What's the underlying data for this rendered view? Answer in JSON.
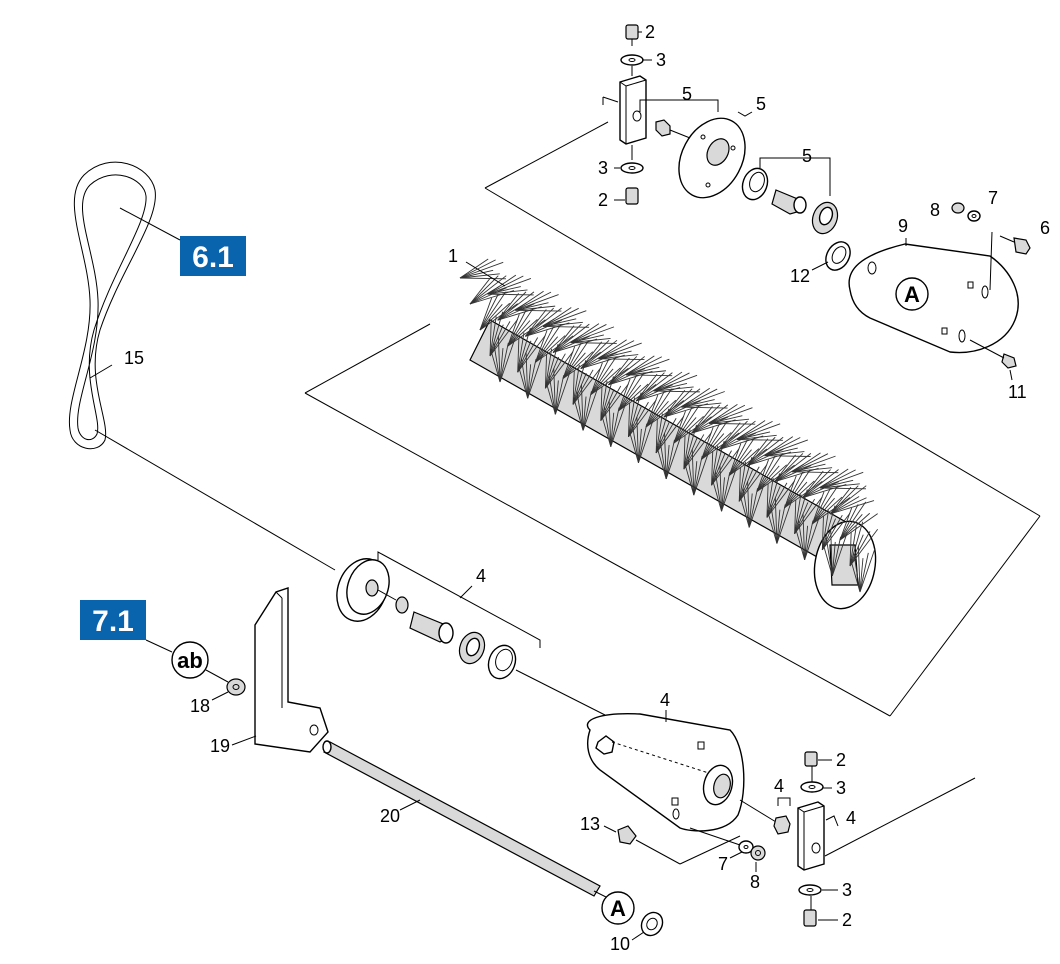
{
  "ref_badges": [
    {
      "label": "6.1"
    },
    {
      "label": "7.1"
    }
  ],
  "symbols": {
    "a1": "A",
    "a2": "A",
    "ab": "ab"
  },
  "callouts": [
    "1",
    "2",
    "3",
    "5",
    "5",
    "3",
    "2",
    "5",
    "8",
    "7",
    "6",
    "9",
    "12",
    "11",
    "15",
    "4",
    "18",
    "19",
    "20",
    "4",
    "2",
    "3",
    "4",
    "4",
    "13",
    "7",
    "8",
    "3",
    "2",
    "10"
  ]
}
